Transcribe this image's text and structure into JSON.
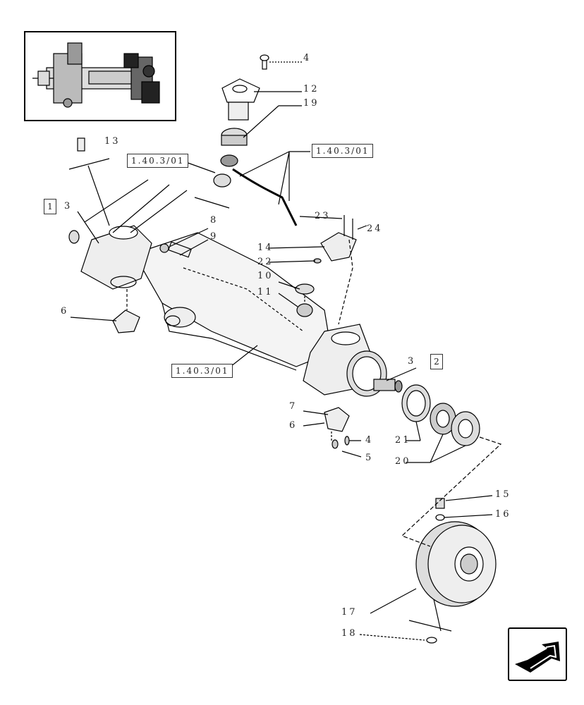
{
  "diagram": {
    "callouts": [
      {
        "id": "c4a",
        "text": "4"
      },
      {
        "id": "c12",
        "text": "12"
      },
      {
        "id": "c19",
        "text": "19"
      },
      {
        "id": "c13",
        "text": "13"
      },
      {
        "id": "c3a",
        "text": "3"
      },
      {
        "id": "c8",
        "text": "8"
      },
      {
        "id": "c9",
        "text": "9"
      },
      {
        "id": "c23",
        "text": "23"
      },
      {
        "id": "c24",
        "text": "24"
      },
      {
        "id": "c14",
        "text": "14"
      },
      {
        "id": "c22",
        "text": "22"
      },
      {
        "id": "c10",
        "text": "10"
      },
      {
        "id": "c11",
        "text": "11"
      },
      {
        "id": "c6a",
        "text": "6"
      },
      {
        "id": "c3b",
        "text": "3"
      },
      {
        "id": "c7",
        "text": "7"
      },
      {
        "id": "c6b",
        "text": "6"
      },
      {
        "id": "c4b",
        "text": "4"
      },
      {
        "id": "c5",
        "text": "5"
      },
      {
        "id": "c21",
        "text": "21"
      },
      {
        "id": "c20",
        "text": "20"
      },
      {
        "id": "c15",
        "text": "15"
      },
      {
        "id": "c16",
        "text": "16"
      },
      {
        "id": "c17",
        "text": "17"
      },
      {
        "id": "c18",
        "text": "18"
      }
    ],
    "reference_boxes": [
      {
        "id": "r1",
        "text": "1.40.3/01"
      },
      {
        "id": "r2",
        "text": "1.40.3/01"
      },
      {
        "id": "r3",
        "text": "1.40.3/01"
      }
    ],
    "kit_boxes": [
      {
        "id": "k1",
        "text": "1"
      },
      {
        "id": "k2",
        "text": "2"
      }
    ],
    "navigation": {
      "icon": "arrow-back-icon"
    }
  }
}
